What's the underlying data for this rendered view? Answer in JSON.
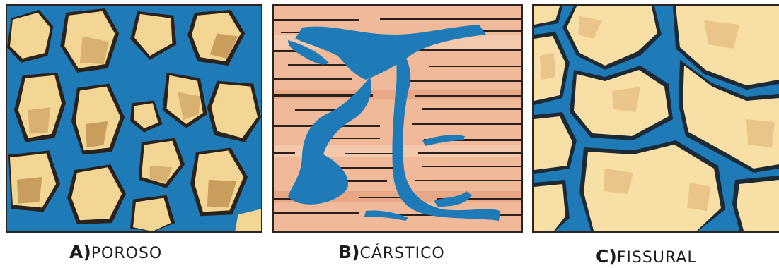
{
  "panels": [
    {
      "letter": "A)",
      "name": "POROSO"
    },
    {
      "letter": "B)",
      "name": "CÁRSTICO"
    },
    {
      "letter": "C)",
      "name": "FISSURAL"
    }
  ],
  "colors": {
    "water": "#1f7bb8",
    "grain_light": "#f3d594",
    "grain_shade": "#c99d5c",
    "limestone": "#f0b99a",
    "limestone_stripe": "#2a211e",
    "rock_block": "#f8dfa6"
  }
}
